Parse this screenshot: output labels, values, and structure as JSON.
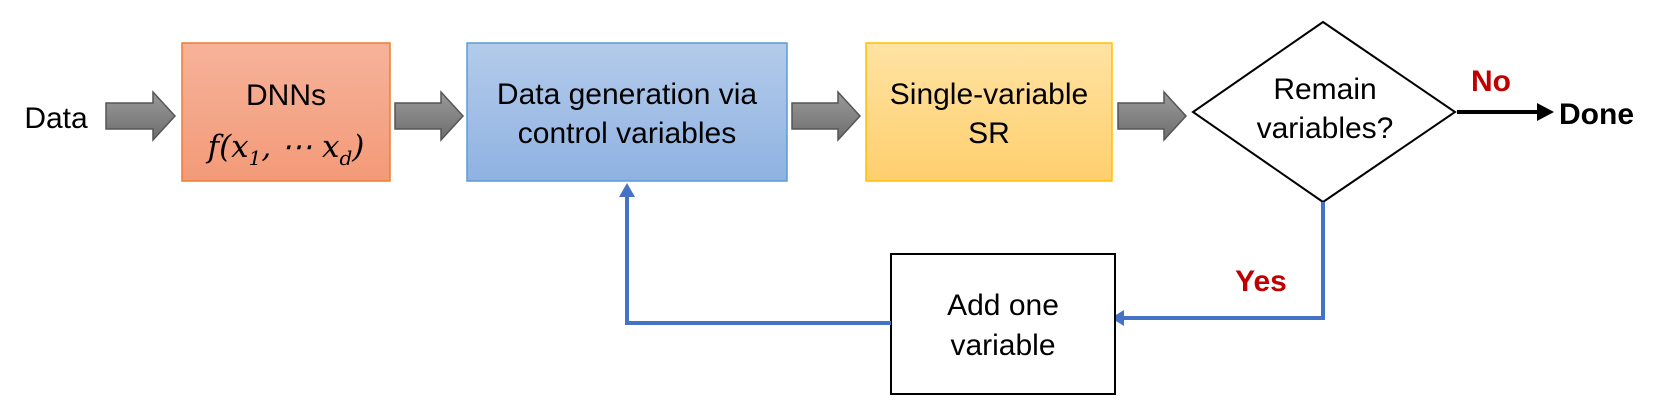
{
  "diagram": {
    "input_label": "Data",
    "nodes": {
      "dnn": {
        "title": "DNNs",
        "formula": "f(x1, ⋯ xd)"
      },
      "datagen": {
        "line1": "Data generation via",
        "line2": "control variables"
      },
      "sr": {
        "line1": "Single-variable",
        "line2": "SR"
      },
      "decision": {
        "line1": "Remain",
        "line2": "variables?"
      },
      "add": {
        "line1": "Add one",
        "line2": "variable"
      }
    },
    "edges": {
      "no_label": "No",
      "yes_label": "Yes",
      "done_label": "Done"
    },
    "colors": {
      "dnn_fill_top": "#F6B39A",
      "dnn_fill_bottom": "#F39A78",
      "dnn_stroke": "#ED7D31",
      "datagen_fill_top": "#B4CBEA",
      "datagen_fill_bottom": "#8FB2E2",
      "datagen_stroke": "#5B9BD5",
      "sr_fill_top": "#FFE3A3",
      "sr_fill_bottom": "#FFCF6E",
      "sr_stroke": "#FFC000",
      "block_arrow": "#808080",
      "feedback_line": "#4472C4",
      "label_red": "#C00000"
    }
  }
}
